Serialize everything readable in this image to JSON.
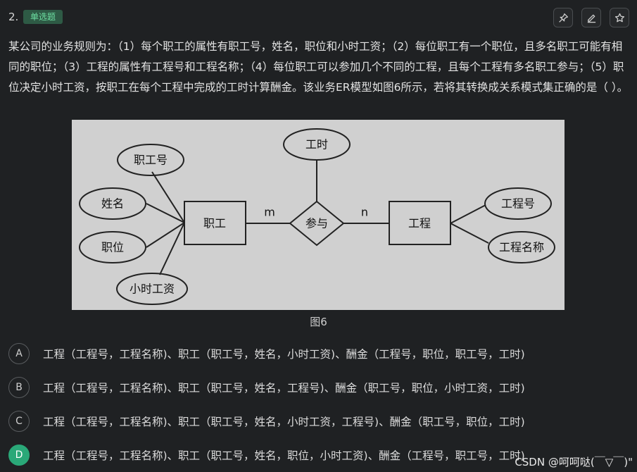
{
  "header": {
    "question_number": "2.",
    "question_type": "单选题"
  },
  "question": {
    "text": "某公司的业务规则为：（1）每个职工的属性有职工号，姓名，职位和小时工资；（2）每位职工有一个职位，且多名职工可能有相同的职位；（3）工程的属性有工程号和工程名称；（4）每位职工可以参加几个不同的工程，且每个工程有多名职工参与；（5）职位决定小时工资，按职工在每个工程中完成的工时计算酬金。该业务ER模型如图6所示，若将其转换成关系模式集正确的是（ ）。"
  },
  "diagram": {
    "entities": {
      "employee": "职工",
      "project": "工程"
    },
    "relationship": "参与",
    "cardinality": {
      "left": "m",
      "right": "n"
    },
    "attributes": {
      "emp_id": "职工号",
      "name": "姓名",
      "position": "职位",
      "hourly_wage": "小时工资",
      "work_hours": "工时",
      "proj_id": "工程号",
      "proj_name": "工程名称"
    },
    "caption": "图6"
  },
  "options": [
    {
      "letter": "A",
      "text": "工程（工程号，工程名称)、职工（职工号，姓名，小时工资)、酬金（工程号，职位，职工号，工时)"
    },
    {
      "letter": "B",
      "text": "工程（工程号，工程名称)、职工（职工号，姓名，工程号)、酬金（职工号，职位，小时工资，工时)"
    },
    {
      "letter": "C",
      "text": "工程（工程号，工程名称)、职工（职工号，姓名，小时工资，工程号)、酬金（职工号，职位，工时)"
    },
    {
      "letter": "D",
      "text": "工程（工程号，工程名称)、职工（职工号，姓名，职位，小时工资)、酬金（工程号，职工号，工时)"
    }
  ],
  "selected_option": "D",
  "watermark": "CSDN @呵呵哒(￣▽￣)\"",
  "colors": {
    "background": "#1f2123",
    "badge_bg": "#2e5a45",
    "badge_text": "#6ee0a3",
    "selected": "#2aa878",
    "figure_bg": "#d0d0d0"
  }
}
